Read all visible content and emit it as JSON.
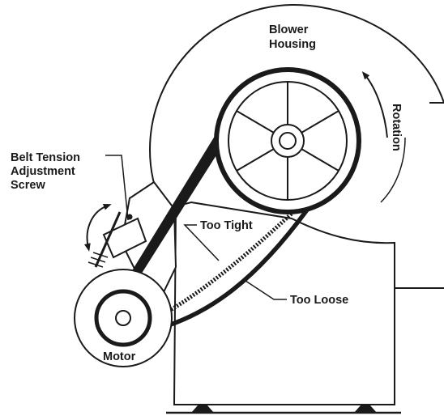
{
  "labels": {
    "blower_housing_line1": "Blower",
    "blower_housing_line2": "Housing",
    "rotation": "Rotation",
    "belt_tension_line1": "Belt Tension",
    "belt_tension_line2": "Adjustment",
    "belt_tension_line3": "Screw",
    "too_tight": "Too Tight",
    "too_loose": "Too Loose",
    "motor": "Motor"
  },
  "colors": {
    "ink": "#1a1a1a",
    "background": "#ffffff"
  }
}
